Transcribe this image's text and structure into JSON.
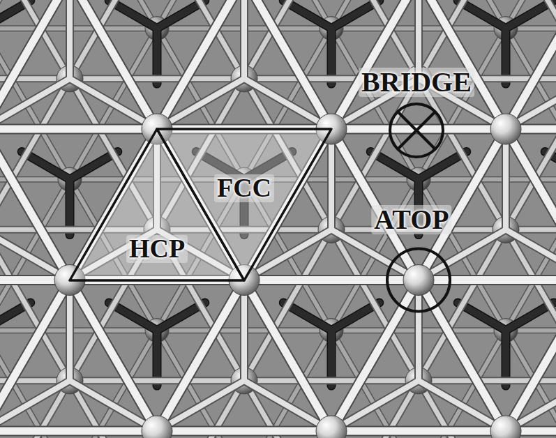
{
  "diagram": {
    "nodes": [
      {
        "text": [
          "HCP"
        ]
      },
      {
        "text": [
          "FCC"
        ]
      }
    ],
    "labels": [
      "BRIDGE",
      "ATOP"
    ]
  }
}
